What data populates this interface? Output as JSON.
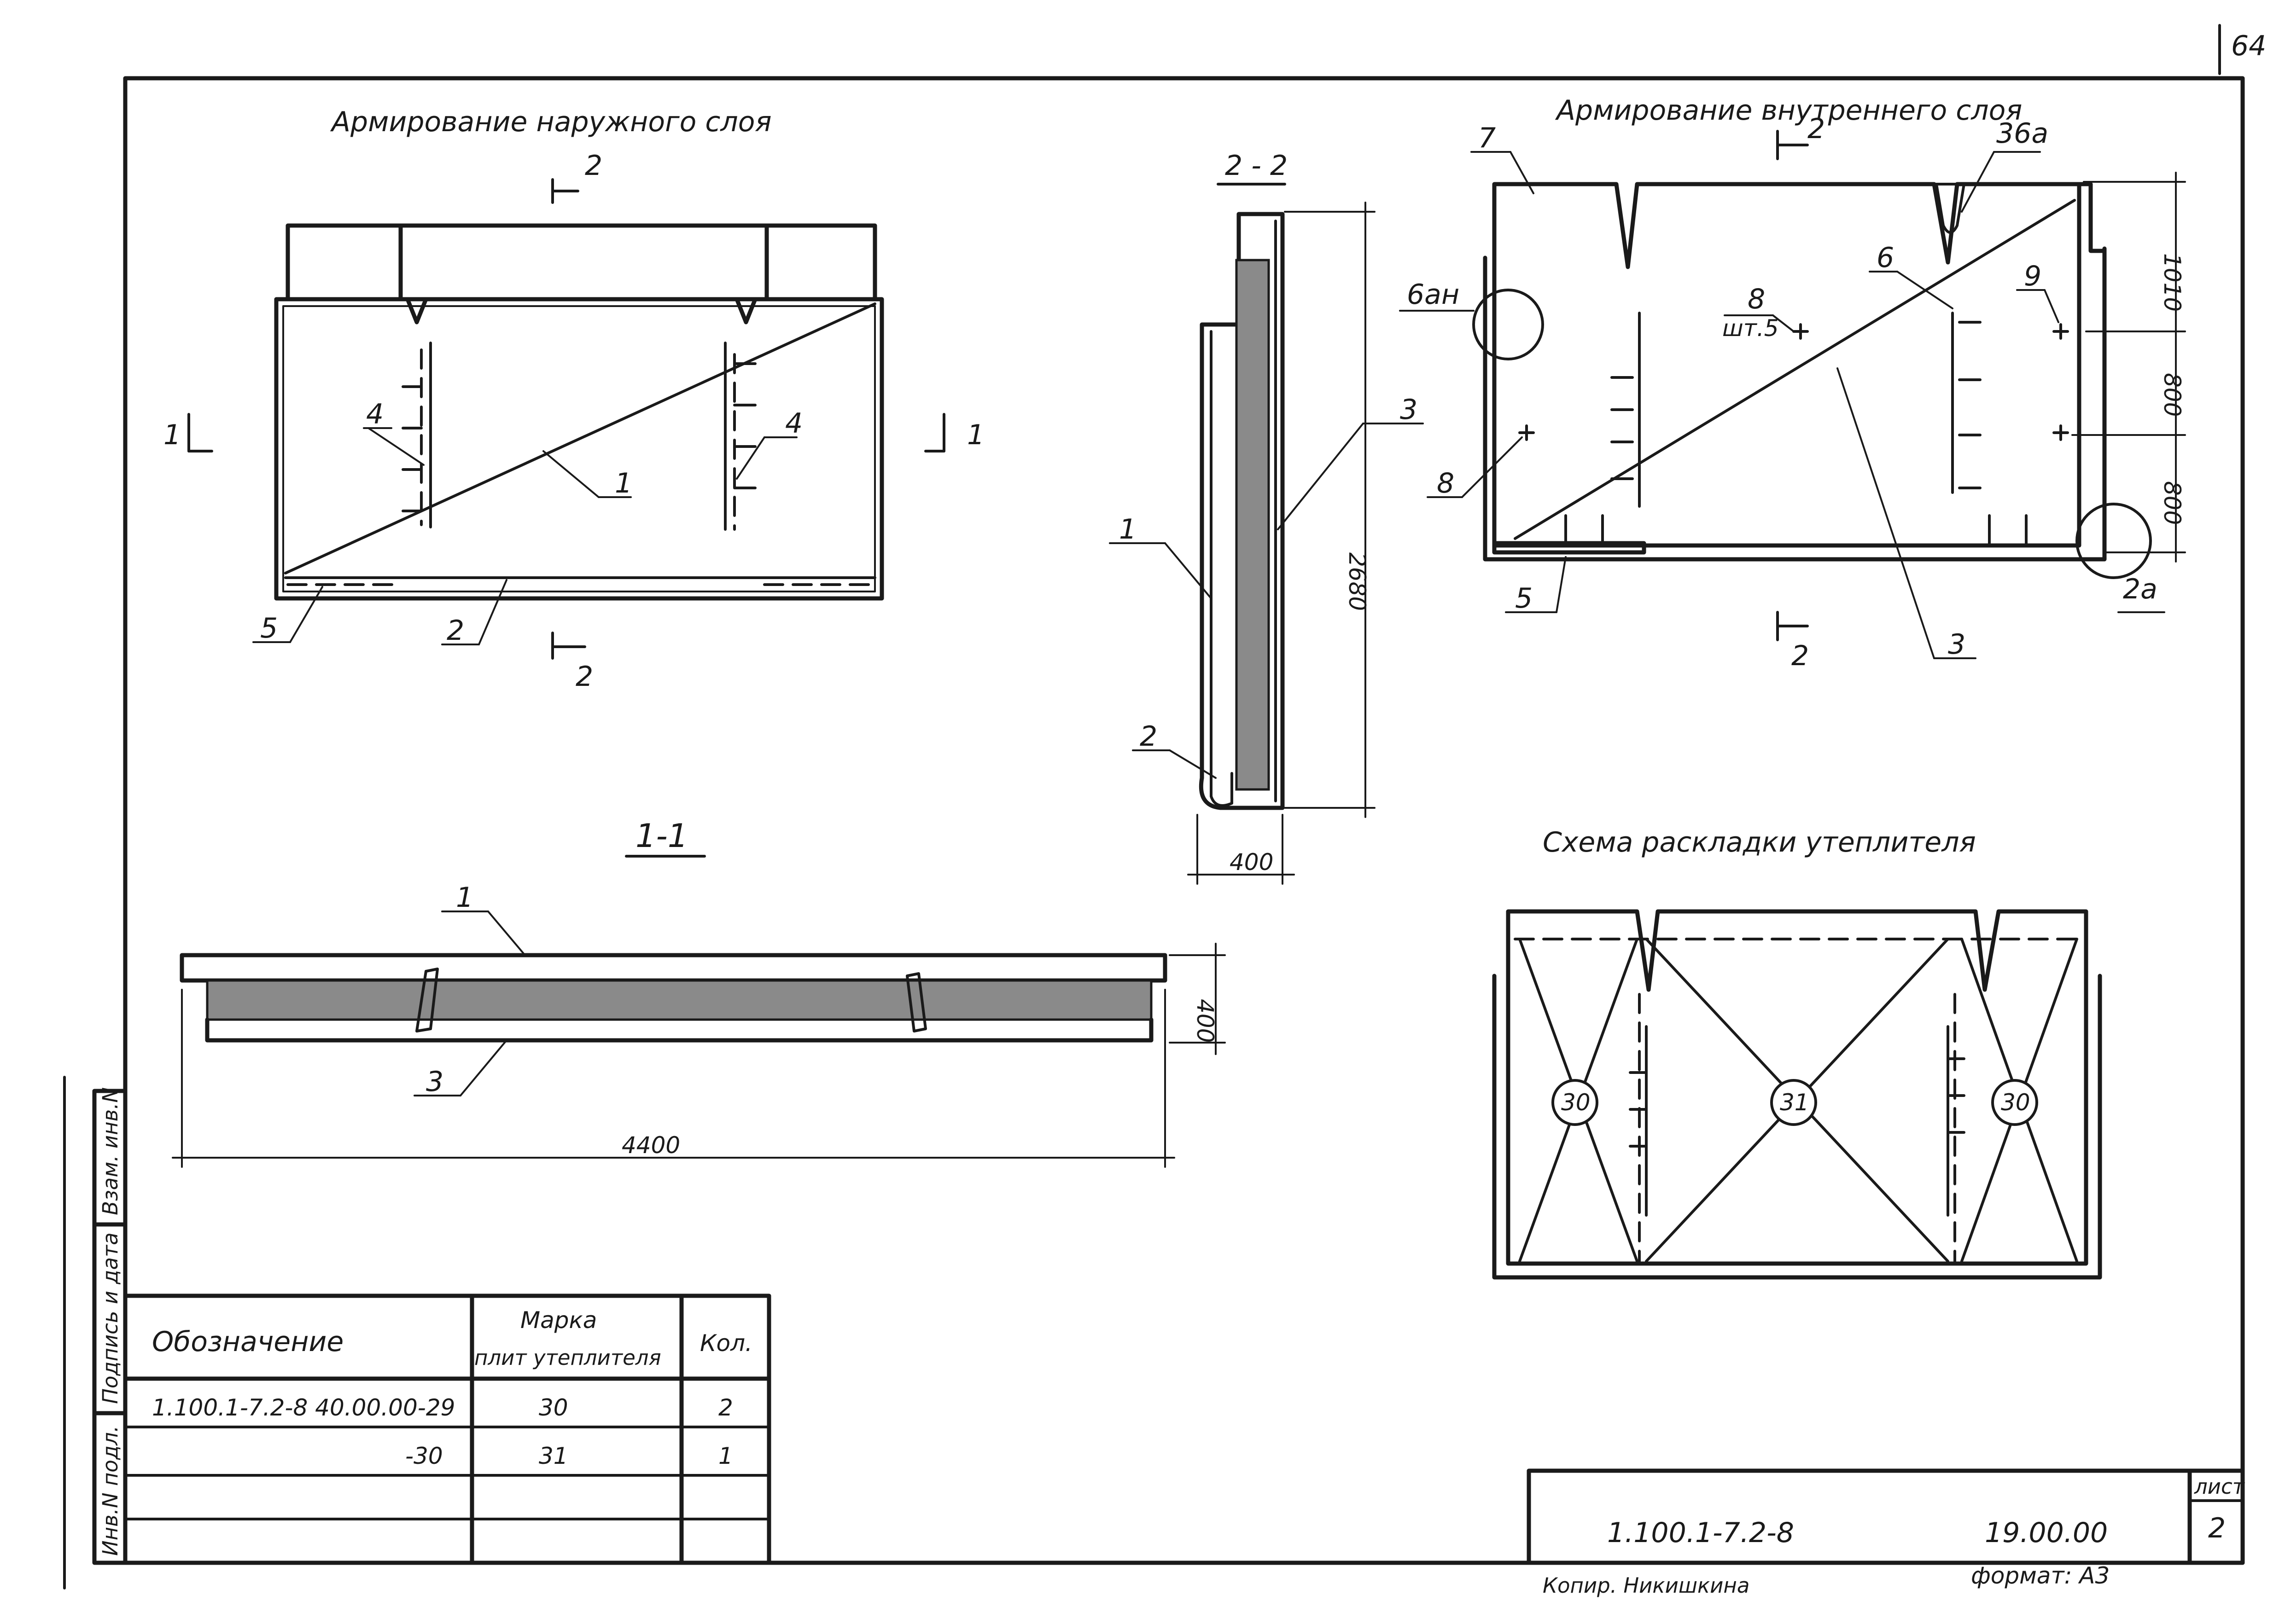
{
  "sheet": {
    "sheet_no_top": "64",
    "format": "формат: А3",
    "copied_by": "Копир. Никишкина"
  },
  "titles": {
    "outer": "Армирование наружного слоя",
    "inner": "Армирование внутреннего слоя",
    "scheme": "Схема раскладки утеплителя",
    "section22": "2 - 2",
    "section11": "1-1"
  },
  "marks": {
    "cut2": "2",
    "cut1": "1",
    "p1": "1",
    "p2": "2",
    "p3": "3",
    "p4": "4",
    "p5": "5",
    "p6": "6",
    "p7": "7",
    "p8": "8",
    "p9": "9",
    "p8_count": "шт.5",
    "n36a": "36а",
    "n6an": "6ан",
    "n2a": "2а",
    "z30": "30",
    "z31": "31"
  },
  "dims": {
    "d1010": "1010",
    "d800": "800",
    "d2680": "2680",
    "d400": "400",
    "d4400": "4400"
  },
  "table": {
    "header_designation": "Обозначение",
    "header_mark_l1": "Марка",
    "header_mark_l2": "плит утеплителя",
    "header_qty": "Кол.",
    "rows": [
      {
        "designation": "1.100.1-7.2-8   40.00.00-29",
        "mark": "30",
        "qty": "2"
      },
      {
        "designation": "-30",
        "mark": "31",
        "qty": "1"
      }
    ]
  },
  "side_stamp": {
    "inv_orig": "Инв.N подл.",
    "sign_date": "Подпись и дата",
    "replace_inv": "Взам. инв.N"
  },
  "title_block": {
    "doc_code": "1.100.1-7.2-8",
    "doc_sub": "19.00.00",
    "sheet_label": "лист",
    "sheet_value": "2"
  }
}
